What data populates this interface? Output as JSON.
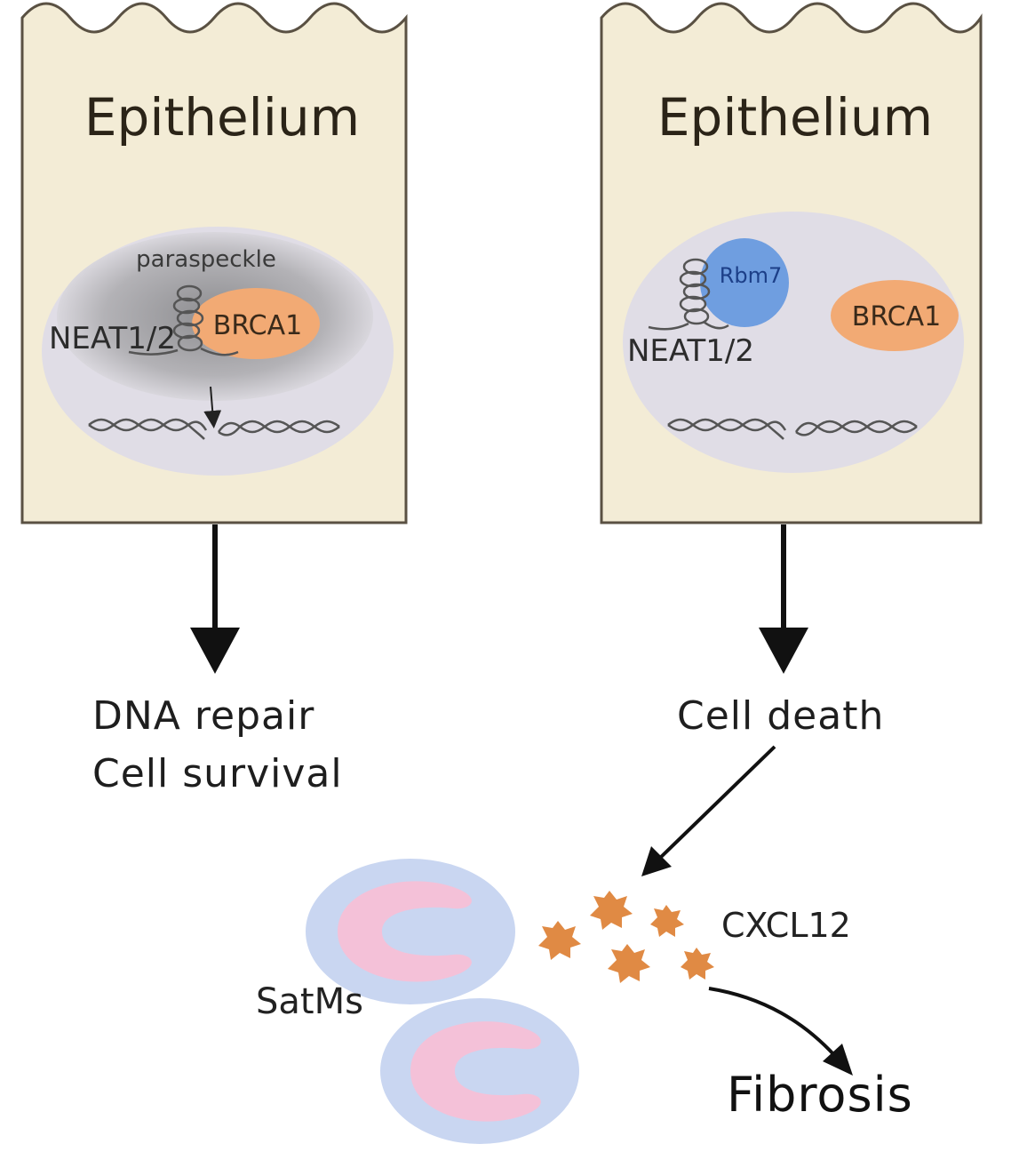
{
  "left_cell": {
    "title": "Epithelium",
    "paraspeckle_label": "paraspeckle",
    "neat_label": "NEAT1/2",
    "brca_label": "BRCA1"
  },
  "right_cell": {
    "title": "Epithelium",
    "rbm_label": "Rbm7",
    "neat_label": "NEAT1/2",
    "brca_label": "BRCA1"
  },
  "outcomes": {
    "left_line1": "DNA repair",
    "left_line2": "Cell survival",
    "right": "Cell death"
  },
  "bottom": {
    "cxcl_label": "CXCL12",
    "satms_label": "SatMs",
    "fibrosis_label": "Fibrosis"
  },
  "colors": {
    "cell_fill": "#f3ecd6",
    "nucleus_fill": "#e0dde6",
    "paraspeckle_fill": "#a9a9ab",
    "brca_fill": "#f2aa74",
    "rbm_fill": "#6f9ee0",
    "cxcl_fill": "#e08a44",
    "satm_outer": "#c9d6f1",
    "satm_inner": "#f4c1d8"
  }
}
